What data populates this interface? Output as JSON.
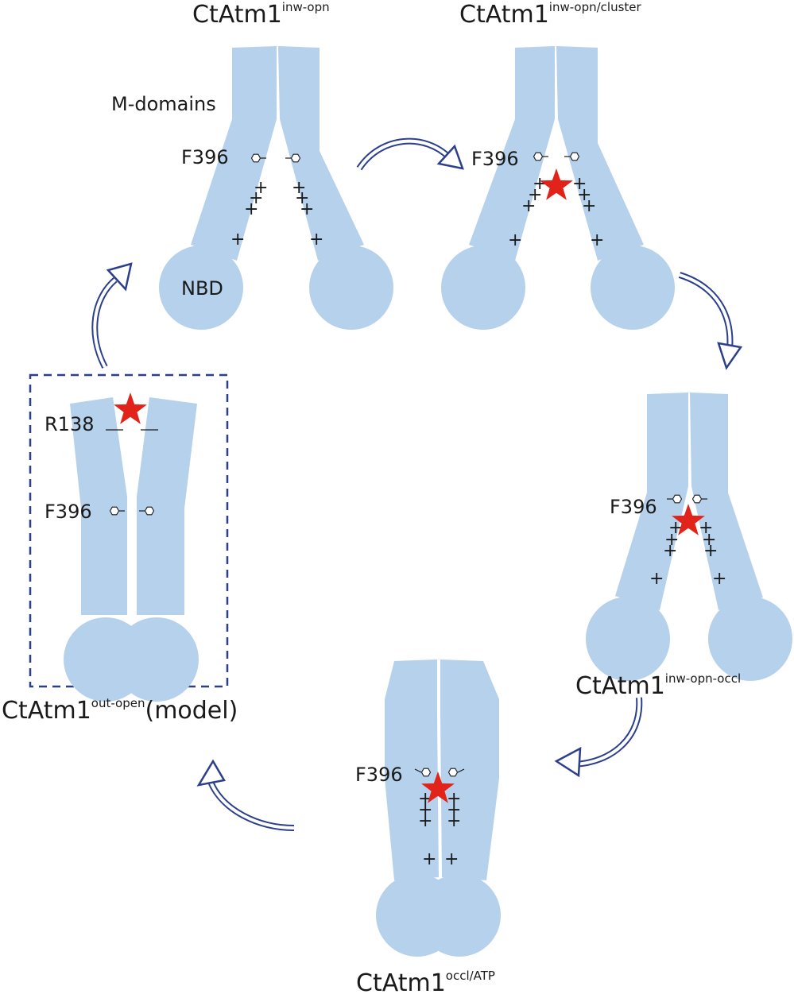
{
  "colors": {
    "protein": "#b6d1ec",
    "arrow": "#2b3f8c",
    "star": "#e2231a",
    "box_border": "#2b3f8c",
    "text": "#1a1a1a"
  },
  "states": {
    "inw_opn": {
      "title_main": "CtAtm1",
      "title_sup": "inw-opn",
      "m_domains_label": "M-domains",
      "nbd_label": "NBD",
      "residue_label": "F396"
    },
    "inw_opn_cluster": {
      "title_main": "CtAtm1",
      "title_sup": "inw-opn/cluster",
      "residue_label": "F396"
    },
    "inw_opn_occl": {
      "title_main": "CtAtm1",
      "title_sup": "inw-opn-occl",
      "residue_label": "F396"
    },
    "occl_atp": {
      "title_main": "CtAtm1",
      "title_sup": "occl/ATP",
      "residue_label": "F396"
    },
    "out_open": {
      "title_main": "CtAtm1",
      "title_sup": "out-open",
      "title_suffix": "(model)",
      "residue_top_label": "R138",
      "residue_label": "F396"
    }
  },
  "glyphs": {
    "plus": "+",
    "bar": "—"
  }
}
